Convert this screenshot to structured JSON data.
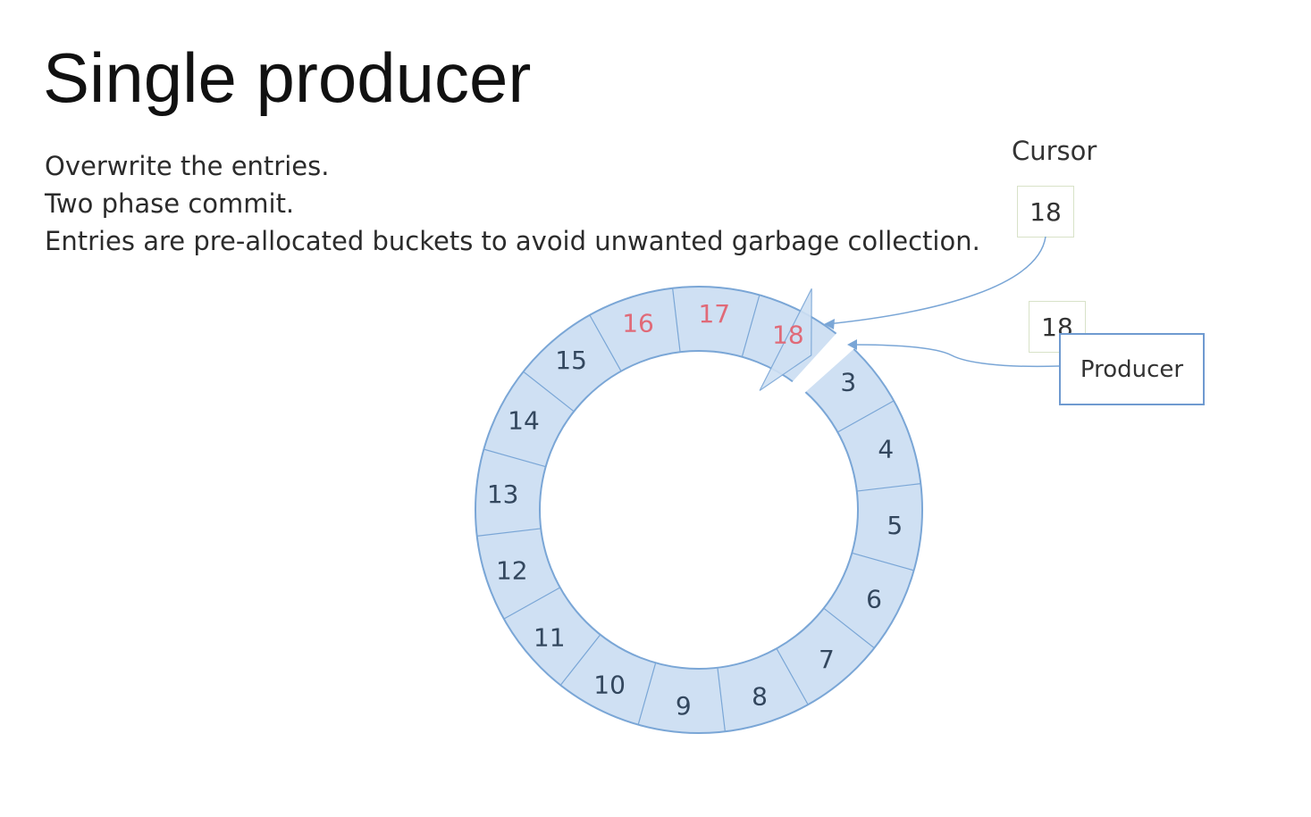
{
  "slide": {
    "title": "Single producer",
    "bullets": [
      "Overwrite the entries.",
      "Two phase commit.",
      "Entries are pre-allocated buckets to avoid unwanted garbage collection."
    ]
  },
  "cursor": {
    "label": "Cursor",
    "value": "18"
  },
  "producer": {
    "label": "Producer",
    "sequence": "18"
  },
  "ring_buffer": {
    "slots": [
      "3",
      "4",
      "5",
      "6",
      "7",
      "8",
      "9",
      "10",
      "11",
      "12",
      "13",
      "14",
      "15",
      "16",
      "17",
      "18"
    ],
    "highlighted_slots": [
      "16",
      "17",
      "18"
    ],
    "colors": {
      "fill": "#cfe0f3",
      "stroke": "#7aa6d6",
      "text": "#33475e",
      "highlight_text": "#e06a78",
      "connector": "#7aa6d6"
    }
  }
}
